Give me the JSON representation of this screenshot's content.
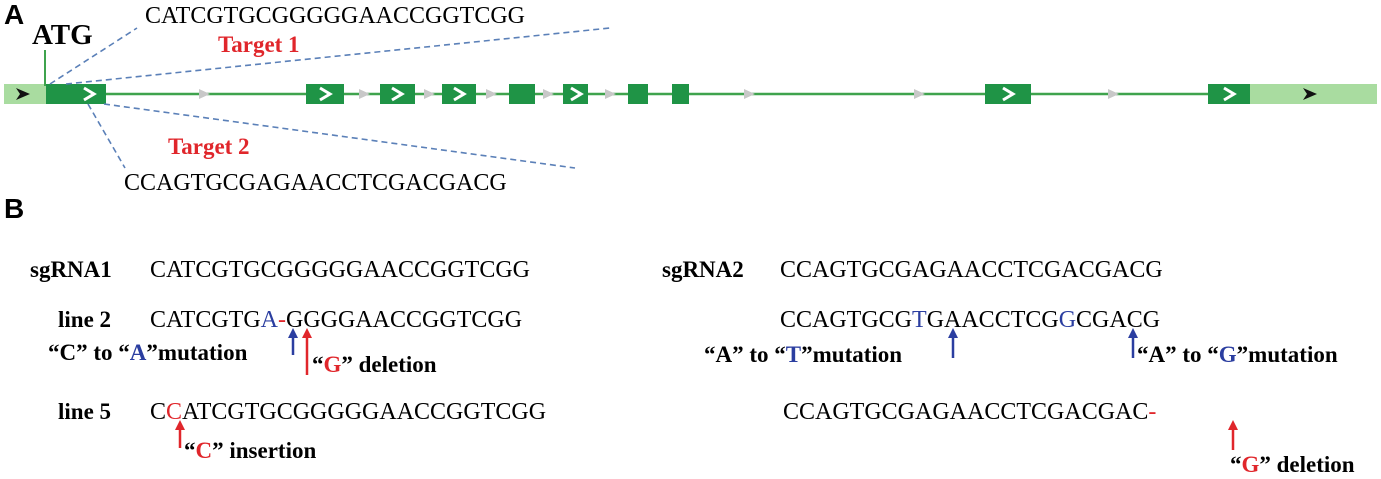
{
  "panel_a": {
    "label": "A",
    "atg": "ATG",
    "target1": {
      "label": "Target 1",
      "sequence": "CATCGTGCGGGGGAACCGGTCGG"
    },
    "target2": {
      "label": "Target 2",
      "sequence": "CCAGTGCGAGAACCTCGACGACG"
    }
  },
  "panel_b": {
    "label": "B",
    "sgrna1": {
      "label": "sgRNA1",
      "sequence": "CATCGTGCGGGGGAACCGGTCGG",
      "line2": {
        "label": "line 2",
        "seq_pre": "CATCGTG",
        "seq_mut": "A",
        "seq_del": "-",
        "seq_post": "GGGGAACCGGTCGG",
        "note1": {
          "q1": "“C” to “",
          "base": "A",
          "q2": "”mutation"
        },
        "note2": {
          "q1": "“",
          "base": "G",
          "q2": "” deletion"
        }
      },
      "line5": {
        "label": "line 5",
        "seq_pre": "C",
        "seq_ins": "C",
        "seq_post": "ATCGTGCGGGGGAACCGGTCGG",
        "note": {
          "q1": "“",
          "base": "C",
          "q2": "” insertion"
        }
      }
    },
    "sgrna2": {
      "label": "sgRNA2",
      "sequence": "CCAGTGCGAGAACCTCGACGACG",
      "mut_line": {
        "seq_pre": "CCAGTGCG",
        "seq_mut1": "T",
        "seq_mid": "GAACCTCG",
        "seq_mut2": "G",
        "seq_post": "CGACG",
        "note1": {
          "q1": "“A” to “",
          "base": "T",
          "q2": "”mutation"
        },
        "note2": {
          "q1": "“A” to “",
          "base": "G",
          "q2": "”mutation"
        }
      },
      "del_line": {
        "seq": "CCAGTGCGAGAACCTCGACGAC",
        "seq_del": "-",
        "note": {
          "q1": "“",
          "base": "G",
          "q2": "” deletion"
        }
      }
    }
  },
  "colors": {
    "exon": "#1f9446",
    "utr": "#a9dca0",
    "intron_line": "#3fa34d",
    "intron_arrow": "#c8c8c8",
    "dashed": "#5b80b8",
    "mutation_red": "#e0262b",
    "mutation_blue": "#2b3ea0"
  }
}
